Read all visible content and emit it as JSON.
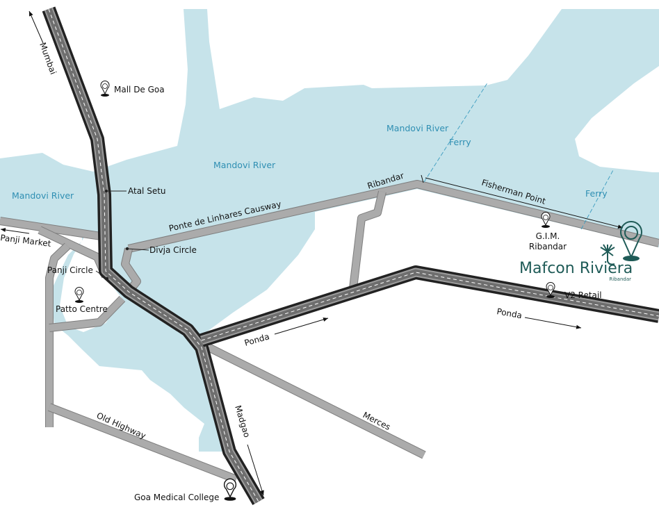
{
  "colors": {
    "water": "#c6e3ea",
    "road": "#ababab",
    "highway": "#7a7a7a",
    "brand": "#1f5b57",
    "water_label": "#2f8fb3"
  },
  "water_labels": {
    "river_top": "Mandovi River",
    "river_center": "Mandovi River",
    "river_left": "Mandovi River",
    "ferry_1": "Ferry",
    "ferry_2": "Ferry"
  },
  "roads": {
    "mumbai": "Mumbai",
    "atal_setu": "Atal Setu",
    "causeway": "Ponte de Linhares Causway",
    "ribandar": "Ribandar",
    "fisherman_point": "Fisherman Point",
    "divja_circle": "Divja Circle",
    "panji_market": "Panji Market",
    "panji_circle": "Panji Circle",
    "ponda_1": "Ponda",
    "ponda_2": "Ponda",
    "madgao": "Madgao",
    "merces": "Merces",
    "old_highway": "Old Highway"
  },
  "landmarks": {
    "mall_de_goa": "Mall De Goa",
    "patto_centre": "Patto Centre",
    "gim_line1": "G.I.M.",
    "gim_line2": "Ribandar",
    "v2_retail": "V2 Retail",
    "goa_medical_college": "Goa Medical College"
  },
  "brand": {
    "name": "Mafcon Riviera",
    "subtitle": "Ribandar"
  },
  "icons": {
    "landmark": "map-pin-icon",
    "project": "location-pin-icon",
    "logo": "palm-tree-icon"
  }
}
